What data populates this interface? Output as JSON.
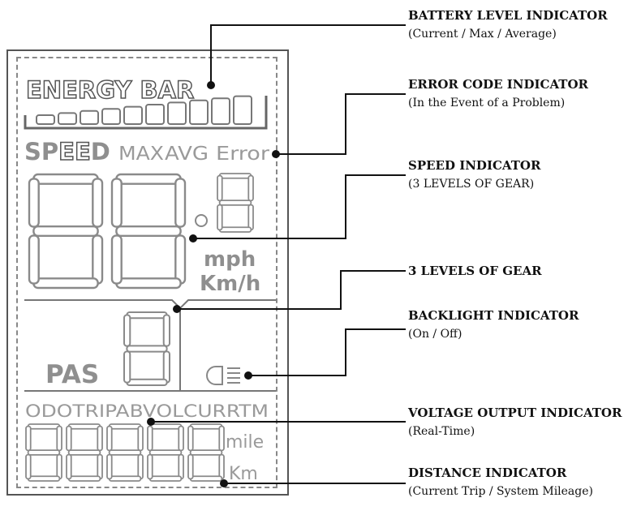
{
  "display": {
    "energy_label": "ENERGY BAR",
    "speed_label_sp": "SP",
    "speed_label_ee": "EE",
    "speed_label_d": "D",
    "max_label": "MAX",
    "avg_label": "AVG",
    "error_label": "Error",
    "unit_mph": "mph",
    "unit_kmh": "Km/h",
    "pas_label": "PAS",
    "mode_odo": "ODO",
    "mode_trip": "TRIP",
    "mode_ab": "AB",
    "mode_vol": "VOL",
    "mode_curr": "CURR",
    "mode_tm": "TM",
    "unit_mile": "mile",
    "unit_km": "Km",
    "battery_segments": 10
  },
  "annotations": [
    {
      "title": "BATTERY LEVEL INDICATOR",
      "subtitle": "(Current / Max / Average)"
    },
    {
      "title": "ERROR CODE INDICATOR",
      "subtitle": "(In the Event of a Problem)"
    },
    {
      "title": "SPEED INDICATOR",
      "subtitle": "(3 LEVELS OF GEAR)"
    },
    {
      "title": "3 LEVELS OF GEAR",
      "subtitle": ""
    },
    {
      "title": "BACKLIGHT INDICATOR",
      "subtitle": "(On / Off)"
    },
    {
      "title": "VOLTAGE OUTPUT INDICATOR",
      "subtitle": "(Real-Time)"
    },
    {
      "title": "DISTANCE INDICATOR",
      "subtitle": "(Current Trip / System Mileage)"
    }
  ],
  "colors": {
    "ink": "#333333",
    "segment": "#8a8a8a",
    "label": "#9a9a9a",
    "leader": "#111111"
  }
}
